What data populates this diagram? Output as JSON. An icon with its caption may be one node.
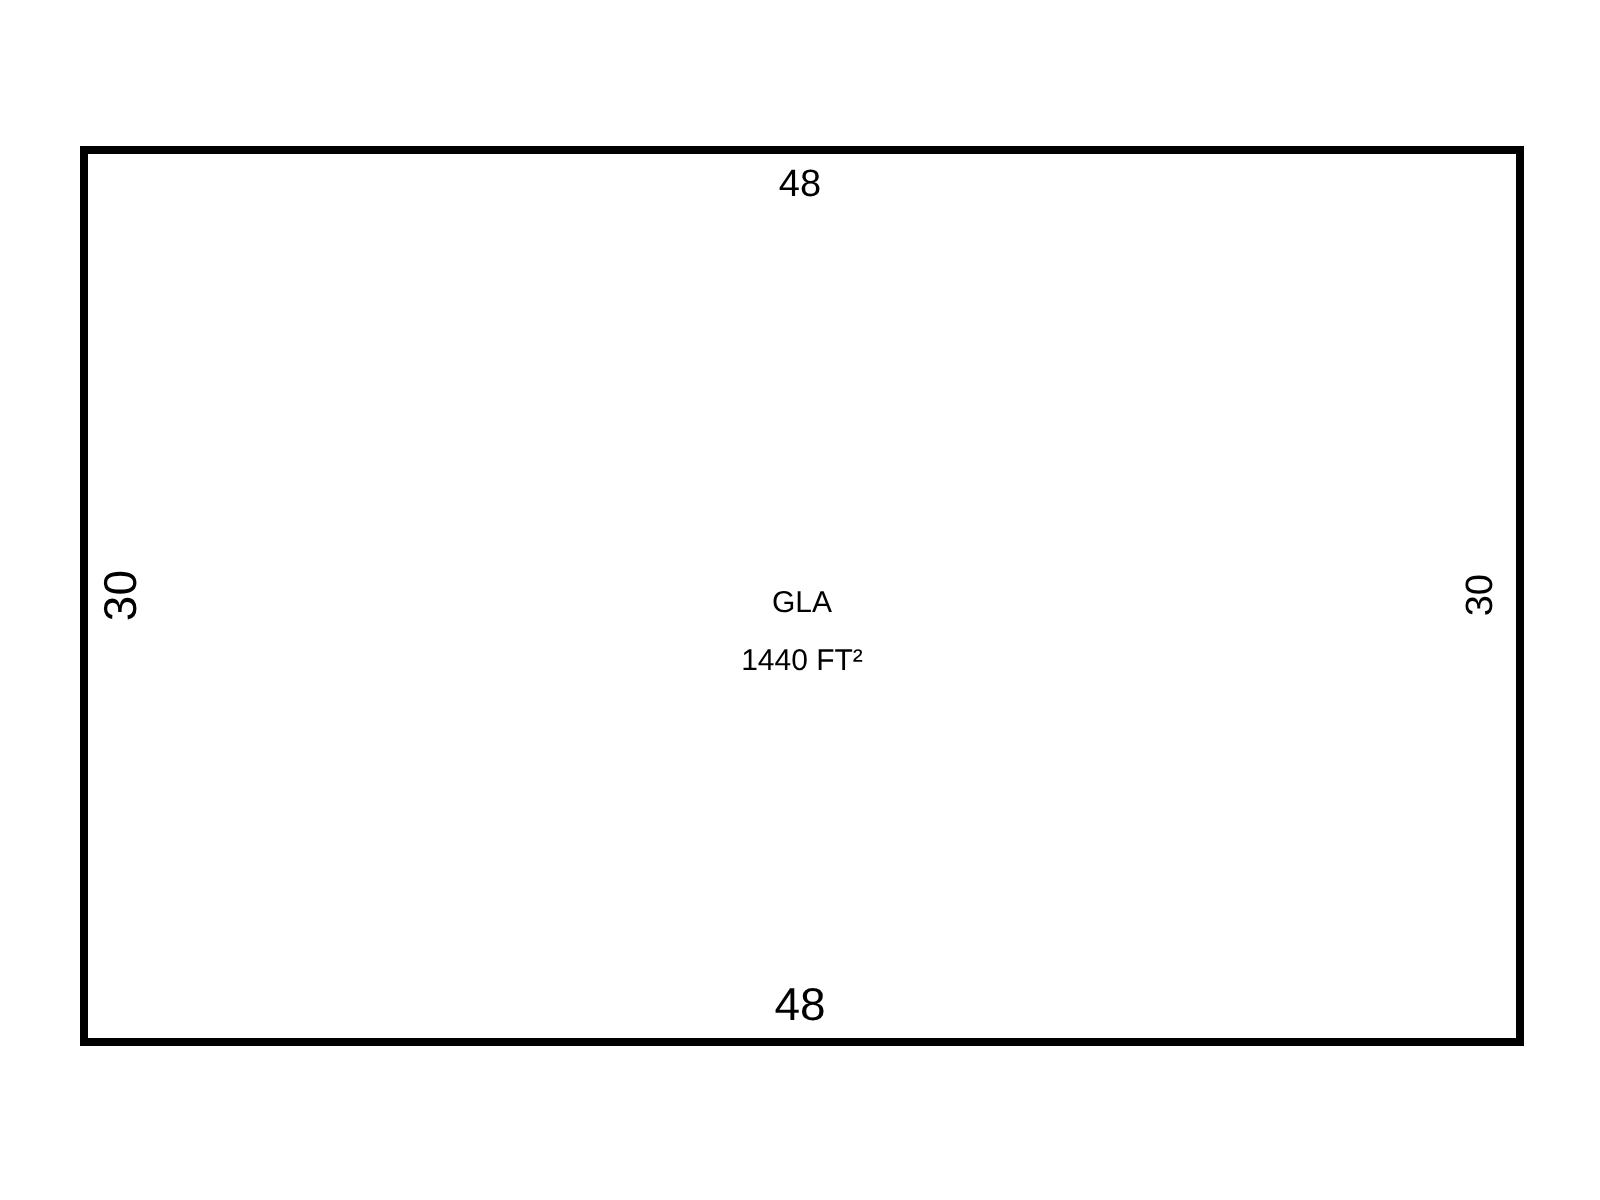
{
  "diagram": {
    "nodes": [
      {
        "text": [
          "GLA",
          "1440 FT²"
        ]
      }
    ],
    "labels": [
      "48",
      "30",
      "30",
      "48"
    ]
  }
}
